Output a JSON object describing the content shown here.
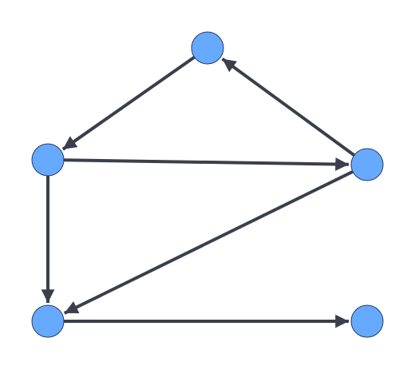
{
  "diagram": {
    "type": "directed-graph",
    "style": {
      "background": "#ffffff",
      "node_fill": "#66aaff",
      "node_stroke": "#2a3a66",
      "edge_color": "#3a3f4b"
    },
    "nodes": [
      {
        "id": "top",
        "label": ""
      },
      {
        "id": "middle-left",
        "label": ""
      },
      {
        "id": "middle-right",
        "label": ""
      },
      {
        "id": "bottom-left",
        "label": ""
      },
      {
        "id": "bottom-right",
        "label": ""
      }
    ],
    "edges": [
      {
        "from": "top",
        "to": "middle-left"
      },
      {
        "from": "middle-right",
        "to": "top"
      },
      {
        "from": "middle-left",
        "to": "middle-right"
      },
      {
        "from": "middle-left",
        "to": "bottom-left"
      },
      {
        "from": "middle-right",
        "to": "bottom-left"
      },
      {
        "from": "bottom-left",
        "to": "bottom-right"
      }
    ]
  }
}
